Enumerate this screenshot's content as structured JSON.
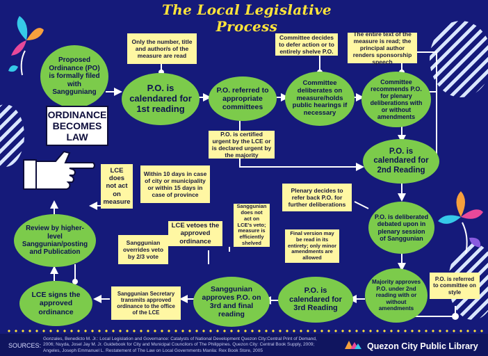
{
  "title": "The Local Legislative Process",
  "steps": {
    "proposed": "Proposed Ordinance (PO) is formally filed with Sangguniang",
    "first_reading": "P.O. is calendared for 1st reading",
    "referred": "P.O. referred to appropriate committees",
    "deliberates": "Committee deliberates on measure/holds public hearings if necessary",
    "recommends": "Committee recommends P.O. for plenary deliberations with or without amendments",
    "second_reading": "P.O. is calendared for 2nd Reading",
    "plenary": "P.O. is deliberated debated upon in plenary session of Sanggunian",
    "majority": "Majority approves P.O. under 2nd reading with or without amendments",
    "third_reading": "P.O. is calendared for 3rd Reading",
    "approves": "Sanggunian approves P.O. on 3rd and final reading",
    "lce_signs": "LCE signs the approved ordinance",
    "review": "Review by higher-level Sanggunian/posting and Publication"
  },
  "notes": {
    "only_number": "Only the number, title and author/s of the measure are read",
    "defer": "Committee decides to defer action or to entirely shelve P.O.",
    "entire_text": "The entire text of the measure is read; the principal author renders sponsorship speech",
    "certified_urgent": "P.O. is certified urgent by the LCE or is declared urgent by the majority",
    "within_10_days": "Within 10 days in case of city or municipality or within 15 days in case of province",
    "plenary_refer": "Plenary decides to refer back P.O. for further deliberations",
    "lce_no_act": "LCE does not act on measure",
    "sanggunian_no_act": "Sanggunian does not act on LCE's veto; measure is efficiently shelved",
    "lce_vetoes": "LCE vetoes the approved ordinance",
    "override": "Sanggunian overrides veto by 2/3 vote",
    "final_version": "Final version may be read in its entirety; only minor amendments are allowed",
    "secretary": "Sanggunian Secretary transmits approved ordinance to the office of the LCE",
    "committee_style": "P.O. is referred to committee on style"
  },
  "law_sign": "ORDINANCE BECOMES LAW",
  "footer": {
    "sources_label": "SOURCES:",
    "sources_text": "Gonzales, Benedicto M. Jr.: Local Legislation and Governance: Catalysts of National Development Quezon City:Central Print of Demand, 2006; Nuyda, Josel Jay M. Jr. Guidebook for City and Municipal Councilors of The Philippines. Quezon City: Central Book Supply, 2009; Angeles, Joseph Emmanuel L. Restatement of The Law on Local Governments Manila: Rex Book Store, 2005",
    "library": "Quezon City Public Library"
  },
  "colors": {
    "background": "#151a7a",
    "oval": "#7ccb4b",
    "note": "#fff7a3",
    "title": "#ffe43a",
    "arrow": "#ffffff"
  },
  "icons": [
    "pointing-hand-icon",
    "flower-icon",
    "library-logo-icon"
  ]
}
